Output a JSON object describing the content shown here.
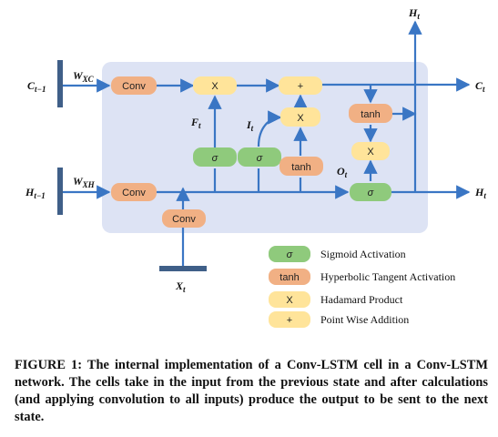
{
  "colors": {
    "panel": "#dde3f4",
    "arrow": "#3a76c4",
    "conv": "#f1b084",
    "sigma": "#8fca7c",
    "product": "#ffe49a",
    "bar": "#3f5f88"
  },
  "nodes": {
    "conv_xc": "Conv",
    "conv_xh": "Conv",
    "conv_x": "Conv",
    "mult_forget": "X",
    "add_cell": "+",
    "mult_input": "X",
    "tanh_cell": "tanh",
    "mult_output": "X",
    "sigma_forget": "σ",
    "sigma_input": "σ",
    "tanh_input": "tanh",
    "sigma_output": "σ"
  },
  "labels": {
    "c_prev": "C",
    "c_prev_sub": "t−1",
    "h_prev": "H",
    "h_prev_sub": "t−1",
    "w_xc": "W",
    "w_xc_sub": "XC",
    "w_xh": "W",
    "w_xh_sub": "XH",
    "f_t": "F",
    "f_t_sub": "t",
    "i_t": "I",
    "i_t_sub": "t",
    "o_t": "O",
    "o_t_sub": "t",
    "x_t": "X",
    "x_t_sub": "t",
    "c_t": "C",
    "c_t_sub": "t",
    "h_t_top": "H",
    "h_t_top_sub": "t",
    "h_t_right": "H",
    "h_t_right_sub": "t"
  },
  "legend": [
    {
      "symbol": "σ",
      "text": "Sigmoid Activation",
      "color": "#8fca7c"
    },
    {
      "symbol": "tanh",
      "text": "Hyperbolic Tangent Activation",
      "color": "#f1b084"
    },
    {
      "symbol": "X",
      "text": "Hadamard Product",
      "color": "#ffe49a"
    },
    {
      "symbol": "+",
      "text": "Point Wise Addition",
      "color": "#ffe49a"
    }
  ],
  "caption": "FIGURE 1: The internal implementation of a Conv-LSTM cell in a Conv-LSTM network. The cells take in the input from the previous state and after calculations (and applying convolution to all inputs) produce the output to be sent to the next state."
}
